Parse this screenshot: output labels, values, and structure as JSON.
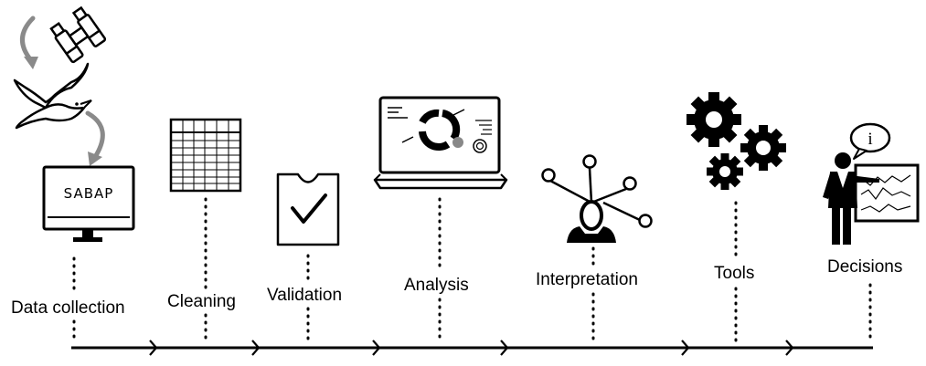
{
  "steps": [
    {
      "label": "Data collection",
      "icon": "computer-monitor-icon"
    },
    {
      "label": "Cleaning",
      "icon": "spreadsheet-icon"
    },
    {
      "label": "Validation",
      "icon": "checkbox-icon"
    },
    {
      "label": "Analysis",
      "icon": "laptop-chart-icon"
    },
    {
      "label": "Interpretation",
      "icon": "network-person-icon"
    },
    {
      "label": "Tools",
      "icon": "gears-icon"
    },
    {
      "label": "Decisions",
      "icon": "presenter-icon"
    }
  ],
  "monitor_text": "SABAP",
  "presenter_bubble": "i",
  "colors": {
    "ink": "#000000",
    "arrow_gray": "#8a8a8a",
    "background": "#ffffff"
  }
}
